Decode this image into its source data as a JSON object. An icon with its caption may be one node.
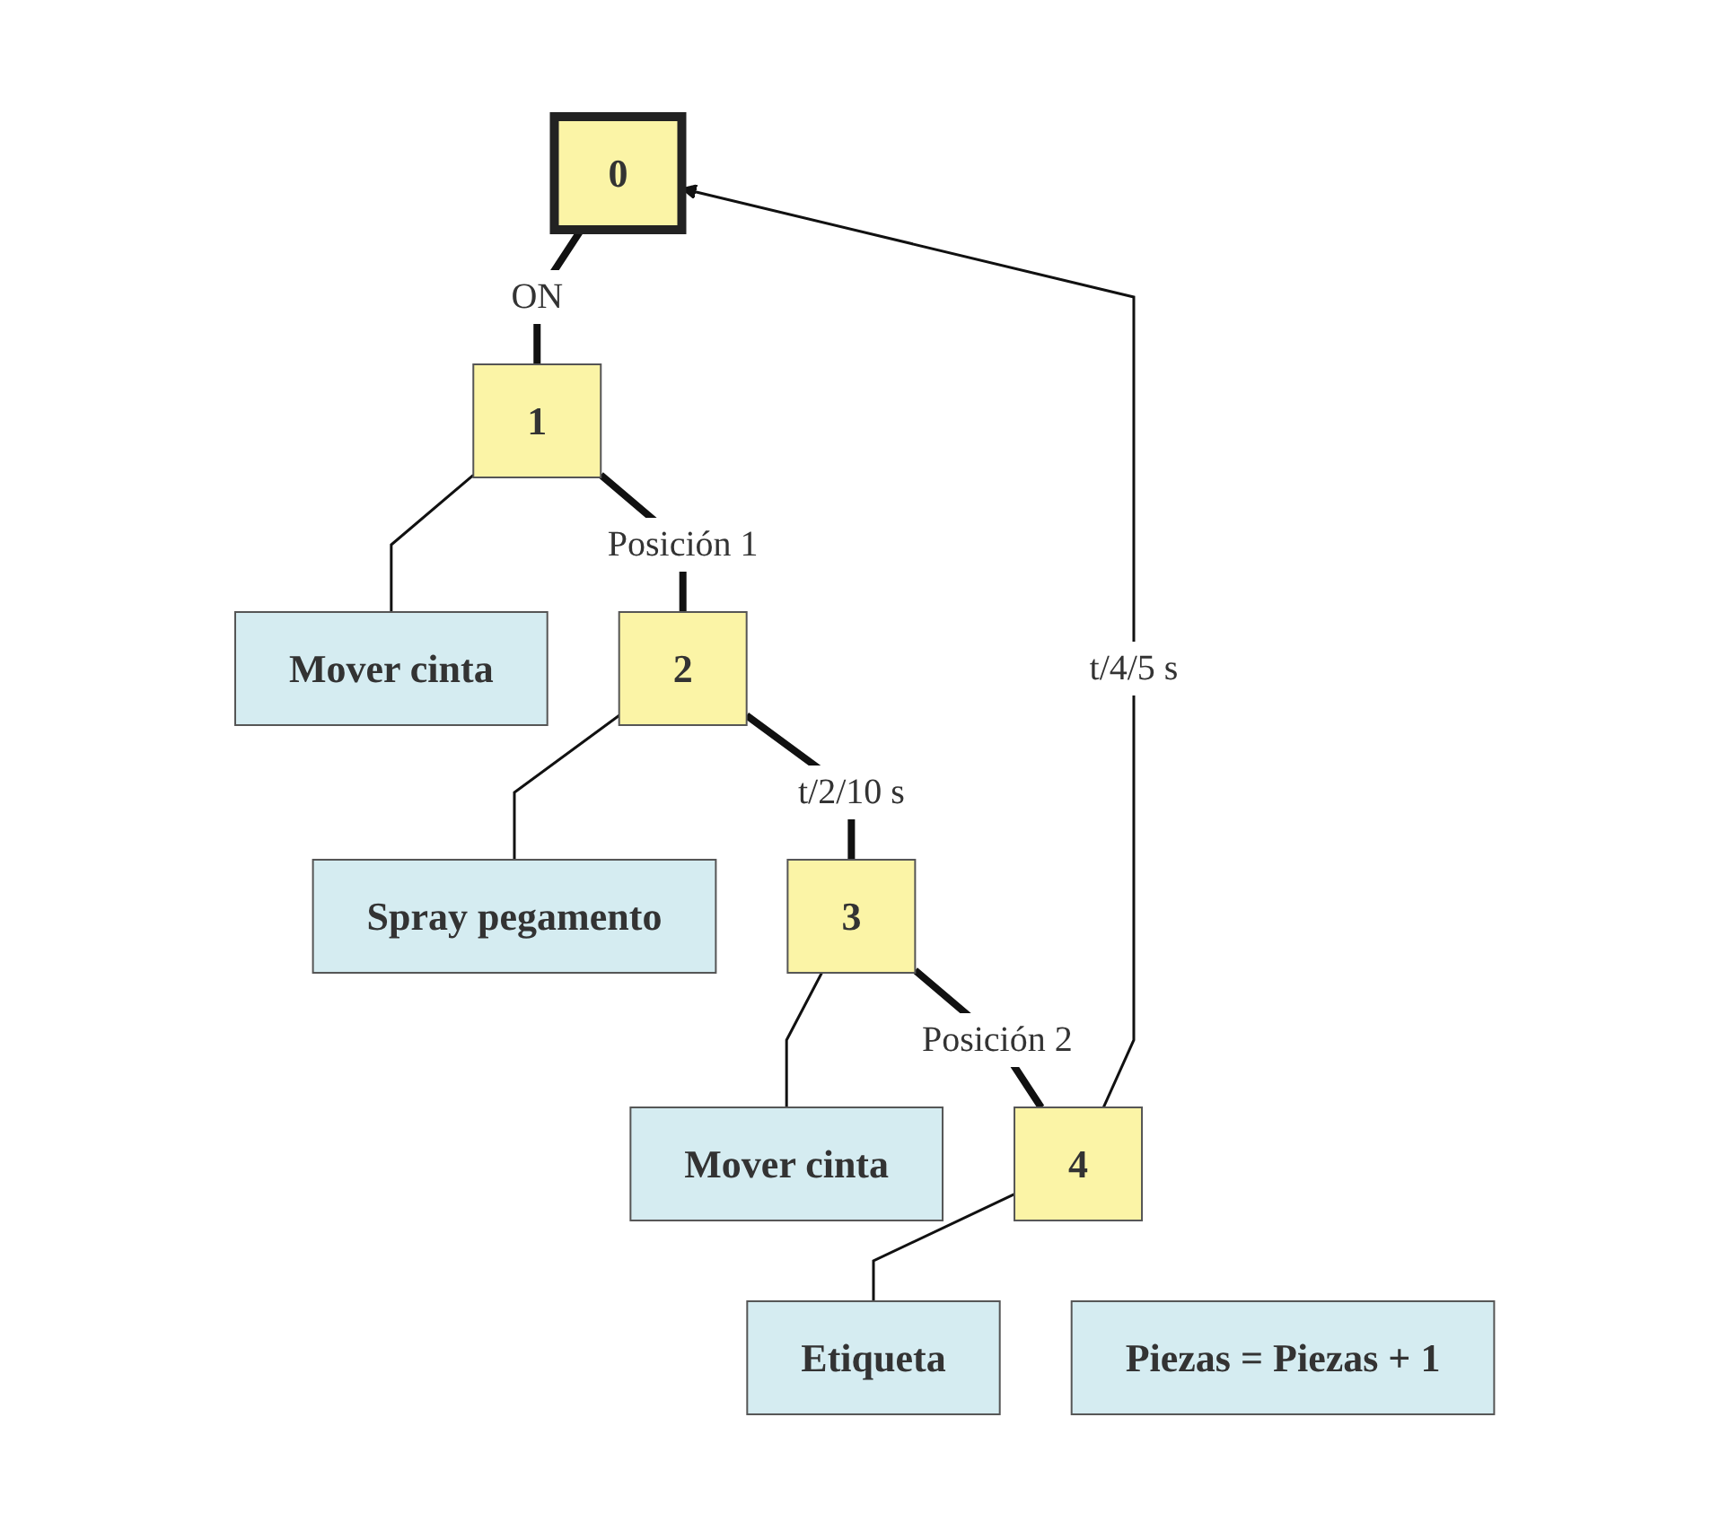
{
  "diagram": {
    "nodes": [
      {
        "text": [
          "0"
        ]
      },
      {
        "text": [
          "1"
        ]
      },
      {
        "text": [
          "Mover cinta"
        ]
      },
      {
        "text": [
          "2"
        ]
      },
      {
        "text": [
          "Spray pegamento"
        ]
      },
      {
        "text": [
          "3"
        ]
      },
      {
        "text": [
          "Mover cinta"
        ]
      },
      {
        "text": [
          "4"
        ]
      },
      {
        "text": [
          "Etiqueta"
        ]
      },
      {
        "text": [
          "Piezas = Piezas + 1"
        ]
      }
    ],
    "edges": [
      {
        "from": 0,
        "to": 1,
        "arrow": "none",
        "label": "ON",
        "style": "thick"
      },
      {
        "from": 1,
        "to": 2,
        "arrow": "none"
      },
      {
        "from": 1,
        "to": 3,
        "arrow": "none",
        "label": "Posición 1",
        "style": "thick"
      },
      {
        "from": 3,
        "to": 4,
        "arrow": "none"
      },
      {
        "from": 3,
        "to": 5,
        "arrow": "none",
        "label": "t/2/10 s",
        "style": "thick"
      },
      {
        "from": 5,
        "to": 6,
        "arrow": "none"
      },
      {
        "from": 5,
        "to": 7,
        "arrow": "none",
        "label": "Posición 2",
        "style": "thick"
      },
      {
        "from": 7,
        "to": 8,
        "arrow": "none"
      },
      {
        "from": 7,
        "to": 0,
        "arrow": "to",
        "label": "t/4/5 s"
      }
    ]
  }
}
